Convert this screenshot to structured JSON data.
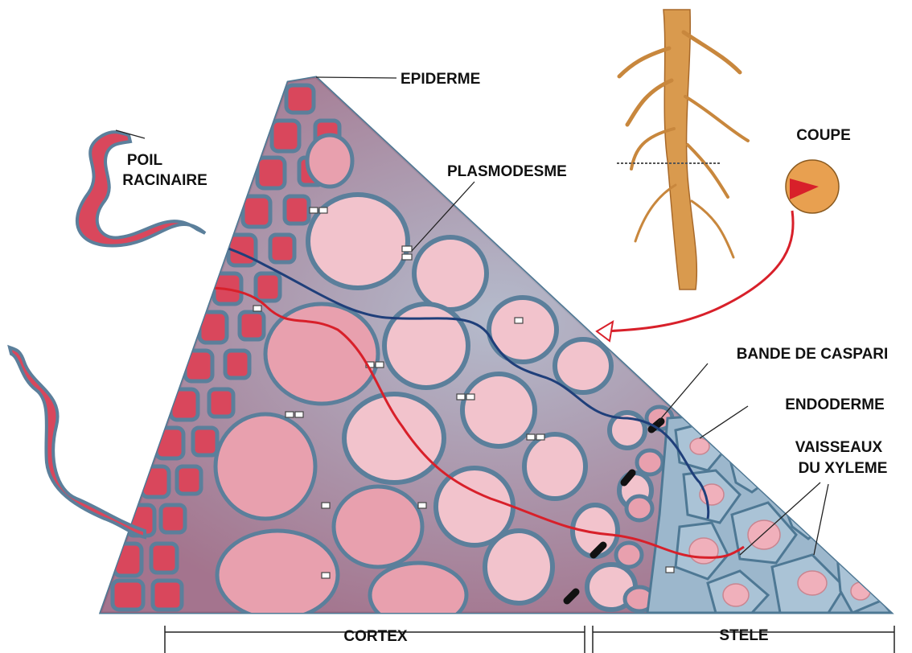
{
  "labels": {
    "epiderme": "EPIDERME",
    "poil_line1": "POIL",
    "poil_line2": "RACINAIRE",
    "plasmodesme": "PLASMODESME",
    "coupe": "COUPE",
    "bande": "BANDE DE CASPARI",
    "endoderme": "ENDODERME",
    "vaisseaux_line1": "VAISSEAUX",
    "vaisseaux_line2": "DU XYLEME",
    "cortex": "CORTEX",
    "stele": "STELE"
  },
  "colors": {
    "cell_wall": "#5b7f9b",
    "cytoplasm_dark": "#d9475c",
    "cytoplasm_light": "#f2c3cc",
    "stele": "#aac3d6",
    "root": "#d99a4e",
    "symplast_path": "#1f3f7a",
    "apoplast_path": "#d8202a",
    "casparian_band": "#111111"
  }
}
